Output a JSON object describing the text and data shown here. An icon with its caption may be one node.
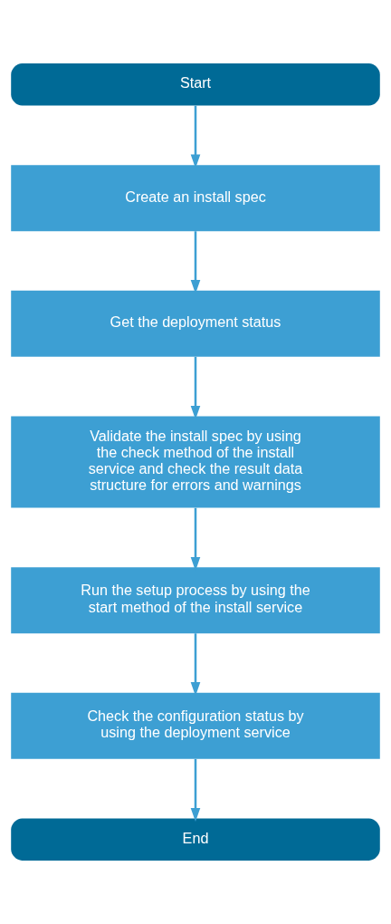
{
  "diagram": {
    "nodes": [
      {
        "text": [
          "Start"
        ]
      },
      {
        "text": [
          "Create an install spec"
        ]
      },
      {
        "text": [
          "Get the deployment status"
        ]
      },
      {
        "text": [
          "Validate the install spec by using the check method of the install service and check the result data structure for errors and warnings"
        ]
      },
      {
        "text": [
          "Run the setup process by using the start method of the install service"
        ]
      },
      {
        "text": [
          "Check the configuration status by using the deployment service"
        ]
      },
      {
        "text": [
          "End"
        ]
      }
    ],
    "edges": [
      {
        "from": 0,
        "to": 1,
        "arrow": "to"
      },
      {
        "from": 1,
        "to": 2,
        "arrow": "to"
      },
      {
        "from": 2,
        "to": 3,
        "arrow": "to"
      },
      {
        "from": 3,
        "to": 4,
        "arrow": "to"
      },
      {
        "from": 4,
        "to": 5,
        "arrow": "to"
      },
      {
        "from": 5,
        "to": 6,
        "arrow": "to"
      }
    ]
  }
}
